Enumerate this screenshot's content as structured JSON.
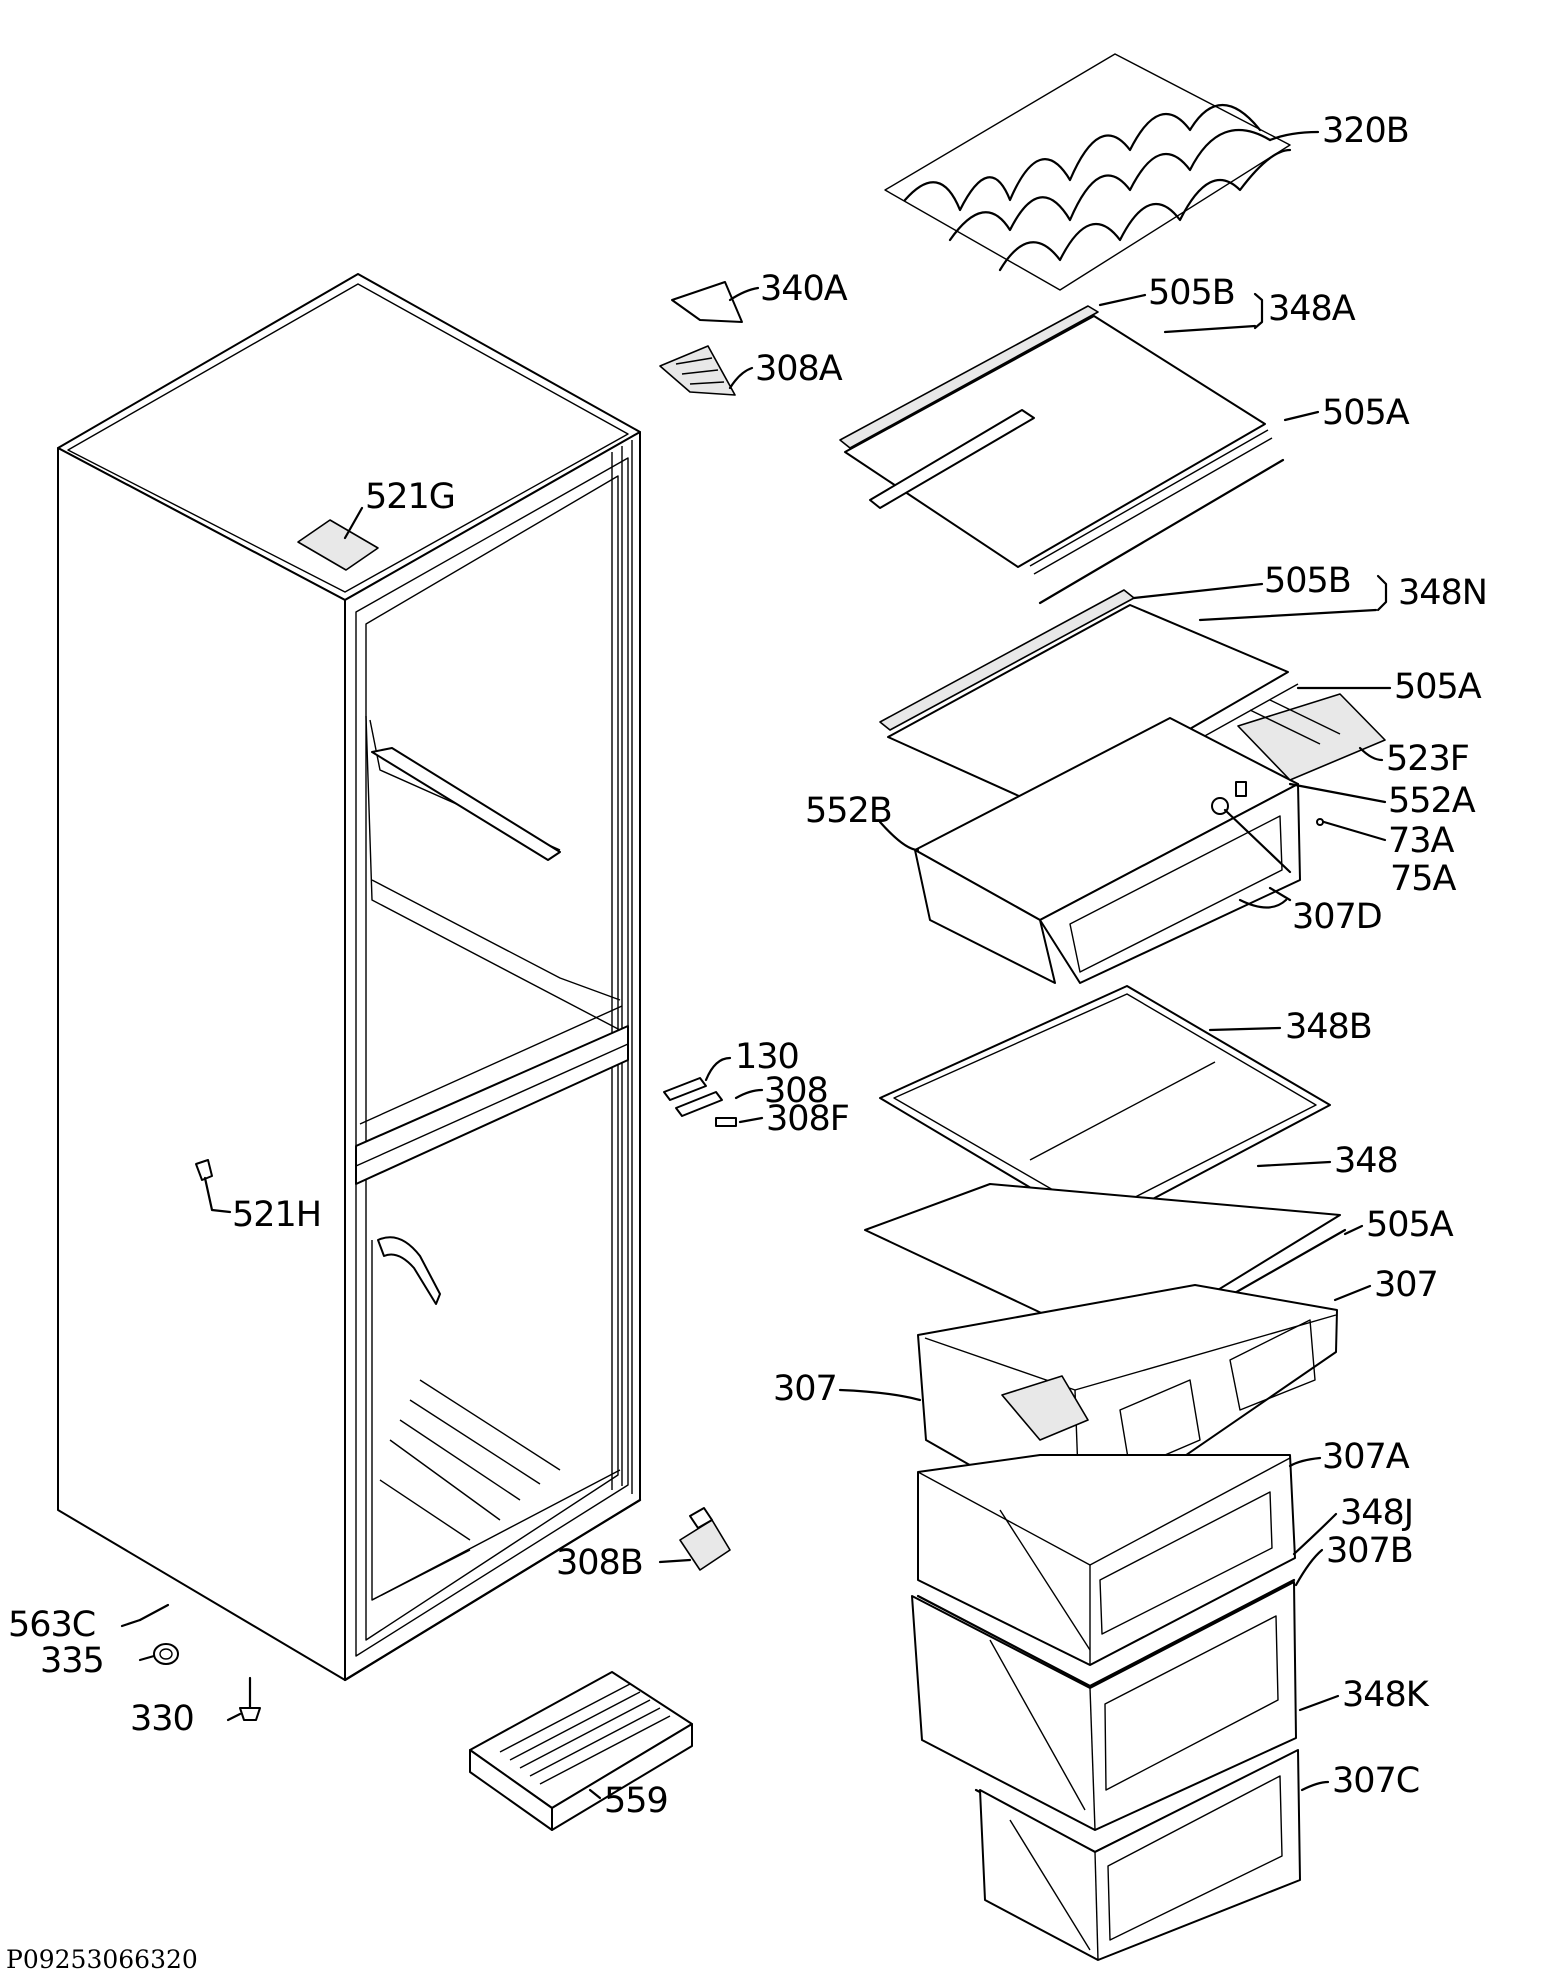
{
  "diagram": {
    "document_code": "P09253066320",
    "labels": [
      {
        "id": "320B",
        "text": "320B"
      },
      {
        "id": "340A",
        "text": "340A"
      },
      {
        "id": "308A",
        "text": "308A"
      },
      {
        "id": "505B_top",
        "text": "505B"
      },
      {
        "id": "348A",
        "text": "348A"
      },
      {
        "id": "505A_top",
        "text": "505A"
      },
      {
        "id": "521G",
        "text": "521G"
      },
      {
        "id": "505B_mid",
        "text": "505B"
      },
      {
        "id": "348N",
        "text": "348N"
      },
      {
        "id": "505A_mid",
        "text": "505A"
      },
      {
        "id": "523F",
        "text": "523F"
      },
      {
        "id": "552B",
        "text": "552B"
      },
      {
        "id": "552A",
        "text": "552A"
      },
      {
        "id": "73A",
        "text": "73A"
      },
      {
        "id": "75A",
        "text": "75A"
      },
      {
        "id": "307D",
        "text": "307D"
      },
      {
        "id": "348B",
        "text": "348B"
      },
      {
        "id": "130",
        "text": "130"
      },
      {
        "id": "308",
        "text": "308"
      },
      {
        "id": "308F",
        "text": "308F"
      },
      {
        "id": "348",
        "text": "348"
      },
      {
        "id": "521H",
        "text": "521H"
      },
      {
        "id": "505A_low",
        "text": "505A"
      },
      {
        "id": "307_right",
        "text": "307"
      },
      {
        "id": "307_left",
        "text": "307"
      },
      {
        "id": "307A",
        "text": "307A"
      },
      {
        "id": "348J",
        "text": "348J"
      },
      {
        "id": "308B",
        "text": "308B"
      },
      {
        "id": "307B",
        "text": "307B"
      },
      {
        "id": "563C",
        "text": "563C"
      },
      {
        "id": "335",
        "text": "335"
      },
      {
        "id": "330",
        "text": "330"
      },
      {
        "id": "348K",
        "text": "348K"
      },
      {
        "id": "559",
        "text": "559"
      },
      {
        "id": "307C",
        "text": "307C"
      }
    ]
  }
}
